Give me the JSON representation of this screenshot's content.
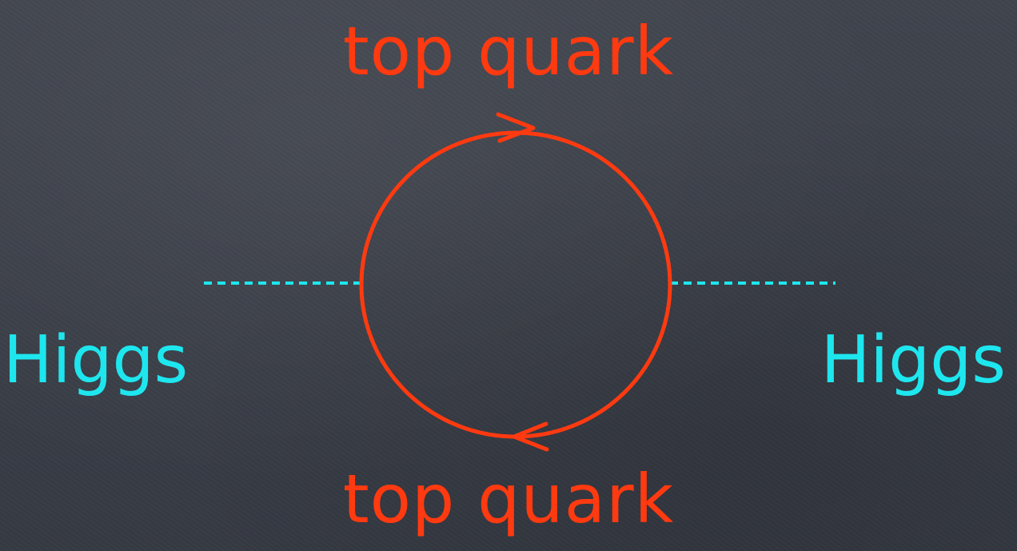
{
  "colors": {
    "quark": "#ff3a10",
    "higgs": "#1ee6ee",
    "background": "#3a3e47"
  },
  "labels": {
    "top_quark_upper": "top quark",
    "top_quark_lower": "top quark",
    "higgs_left": "Higgs",
    "higgs_right": "Higgs"
  }
}
